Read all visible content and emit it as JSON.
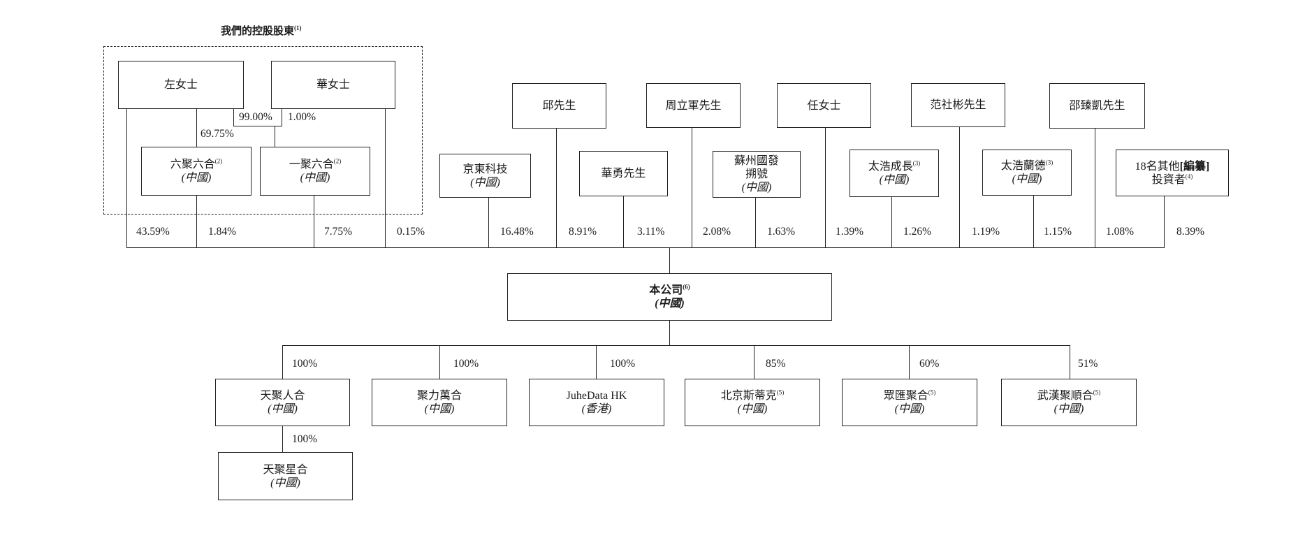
{
  "controlling_group": {
    "title": "我們的控股股東",
    "title_note": "(1)",
    "ms_zuo": "左女士",
    "ms_hua": "華女士",
    "liuju": {
      "name": "六聚六合",
      "note": "(2)",
      "sub": "(中國)"
    },
    "yiju": {
      "name": "一聚六合",
      "note": "(2)",
      "sub": "(中國)"
    },
    "pct_zuo_to_yiju": "99.00%",
    "pct_hua_to_yiju": "1.00%",
    "pct_zuo_to_liuju": "69.75%"
  },
  "top_shareholders": {
    "qiu": "邱先生",
    "zhou": "周立軍先生",
    "ren": "任女士",
    "fan": "范社彬先生",
    "shao": "邵臻凱先生"
  },
  "mid_shareholders": {
    "jingdong": {
      "name": "京東科技",
      "sub": "(中國)"
    },
    "huayong": {
      "name": "華勇先生"
    },
    "suzhou": {
      "line1": "蘇州國發",
      "line2": "搠號",
      "sub": "(中國)"
    },
    "taihao_cz": {
      "name": "太浩成長",
      "note": "(3)",
      "sub": "(中國)"
    },
    "taihao_ld": {
      "name": "太浩蘭德",
      "note": "(3)",
      "sub": "(中國)"
    },
    "others": {
      "line1_a": "18名其他",
      "line1_b": "[編纂]",
      "line2": "投資者",
      "note": "(4)"
    }
  },
  "shareholding_pcts": [
    "43.59%",
    "1.84%",
    "7.75%",
    "0.15%",
    "16.48%",
    "8.91%",
    "3.11%",
    "2.08%",
    "1.63%",
    "1.39%",
    "1.26%",
    "1.19%",
    "1.15%",
    "1.08%",
    "8.39%"
  ],
  "company": {
    "name": "本公司",
    "note": "(6)",
    "sub": "(中國)"
  },
  "subsidiaries": [
    {
      "name": "天聚人合",
      "note": "",
      "sub": "(中國)",
      "pct": "100%"
    },
    {
      "name": "聚力萬合",
      "note": "",
      "sub": "(中國)",
      "pct": "100%"
    },
    {
      "name": "JuheData HK",
      "note": "",
      "sub": "(香港)",
      "pct": "100%"
    },
    {
      "name": "北京斯蒂克",
      "note": "(5)",
      "sub": "(中國)",
      "pct": "85%"
    },
    {
      "name": "眾匯聚合",
      "note": "(5)",
      "sub": "(中國)",
      "pct": "60%"
    },
    {
      "name": "武漢聚順合",
      "note": "(5)",
      "sub": "(中國)",
      "pct": "51%"
    }
  ],
  "sub_subsidiary": {
    "name": "天聚星合",
    "sub": "(中國)",
    "pct": "100%"
  }
}
